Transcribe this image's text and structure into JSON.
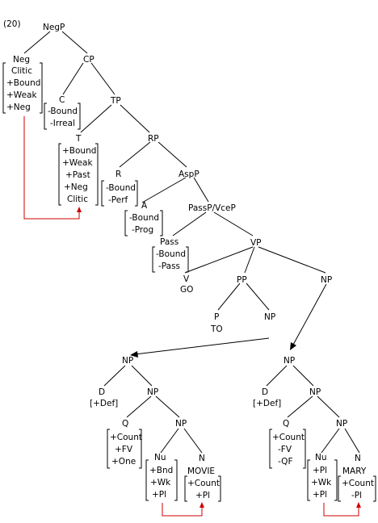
{
  "example_number": "(20)",
  "nodes": {
    "negp": "NegP",
    "neg": "Neg",
    "cp": "CP",
    "c": "C",
    "tp": "TP",
    "t": "T",
    "rp": "RP",
    "r": "R",
    "aspp": "AspP",
    "a": "A",
    "passp": "PassP/VceP",
    "pass": "Pass",
    "vp": "VP",
    "v": "V",
    "v_word": "GO",
    "pp": "PP",
    "p": "P",
    "p_word": "TO",
    "np_pp": "NP",
    "np_vp": "NP",
    "np_left": "NP",
    "d_left": "D",
    "np_left2": "NP",
    "q_left": "Q",
    "np_left3": "NP",
    "nu_left": "Nu",
    "n_left": "N",
    "n_left_word": "MOVIE",
    "np_right": "NP",
    "d_right": "D",
    "np_right2": "NP",
    "q_right": "Q",
    "np_right3": "NP",
    "nu_right": "Nu",
    "n_right": "N",
    "n_right_word": "MARY"
  },
  "features": {
    "neg": [
      "Clitic",
      "+Bound",
      "+Weak",
      "+Neg"
    ],
    "c": [
      "-Bound",
      "-Irreal"
    ],
    "t": [
      "+Bound",
      "+Weak",
      "+Past",
      "+Neg",
      "Clitic"
    ],
    "r": [
      "-Bound",
      "-Perf"
    ],
    "a": [
      "-Bound",
      "-Prog"
    ],
    "pass": [
      "-Bound",
      "-Pass"
    ],
    "d_left": "[+Def]",
    "q_left": [
      "+Count",
      "+FV",
      "+One"
    ],
    "nu_left": [
      "+Bnd",
      "+Wk",
      "+Pl"
    ],
    "n_left": [
      "+Count",
      "+Pl"
    ],
    "d_right": "[+Def]",
    "q_right": [
      "+Count",
      "-FV",
      "-QF"
    ],
    "nu_right": [
      "+Pl",
      "+Wk",
      "+Pl"
    ],
    "n_right": [
      "+Count",
      "-Pl"
    ]
  },
  "colors": {
    "edge": "#000000",
    "movement_arrow": "#cc0000",
    "background": "#ffffff"
  }
}
